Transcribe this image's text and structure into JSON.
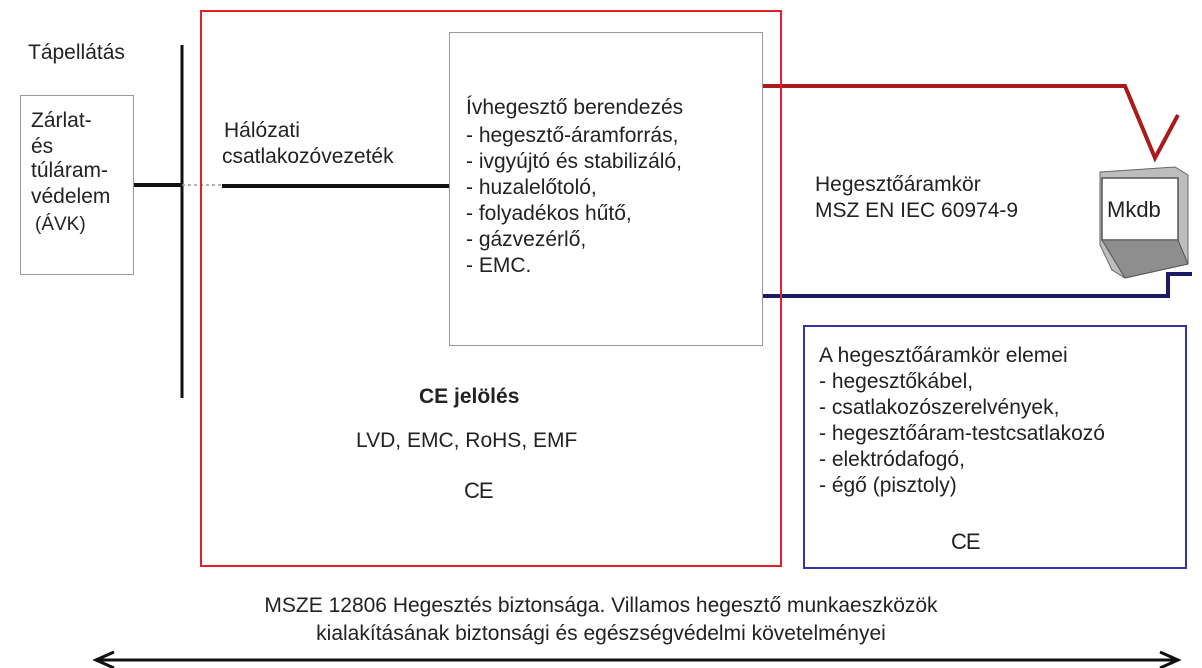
{
  "supply": {
    "title": "Tápellátás",
    "protection_lines": [
      "Zárlat-",
      "és",
      "túláram-",
      "védelem",
      "(ÁVK)"
    ]
  },
  "mains_cable": [
    "Hálózati",
    "csatlakozóvezeték"
  ],
  "equipment": {
    "title": "Ívhegesztő berendezés",
    "items": [
      "- hegesztő-áramforrás,",
      "- ivgyújtó és stabilizáló,",
      "- huzalelőtoló,",
      "- folyadékos hűtő,",
      "- gázvezérlő,",
      "- EMC."
    ]
  },
  "circuit": {
    "label": [
      "Hegesztőáramkör",
      "MSZ EN IEC 60974-9"
    ],
    "workpiece": "Mkdb"
  },
  "ce_marking": {
    "title": "CE jelölés",
    "directives": "LVD, EMC, RoHS, EMF",
    "symbol": "CE"
  },
  "circuit_elements": {
    "title": "A hegesztőáramkör elemei",
    "items": [
      "- hegesztőkábel,",
      "- csatlakozószerelvények,",
      "- hegesztőáram-testcsatlakozó",
      "- elektródafogó,",
      "- égő (pisztoly)"
    ],
    "symbol": "CE"
  },
  "standard": {
    "lines": [
      "MSZE 12806 Hegesztés biztonsága. Villamos hegesztő munkaeszközök",
      "kialakításának biztonsági és egészségvédelmi követelményei"
    ]
  },
  "colors": {
    "red_frame": "#e3202a",
    "blue_frame": "#3333aa",
    "red_cable": "#aa1a1a",
    "blue_cable": "#1a1a66"
  }
}
